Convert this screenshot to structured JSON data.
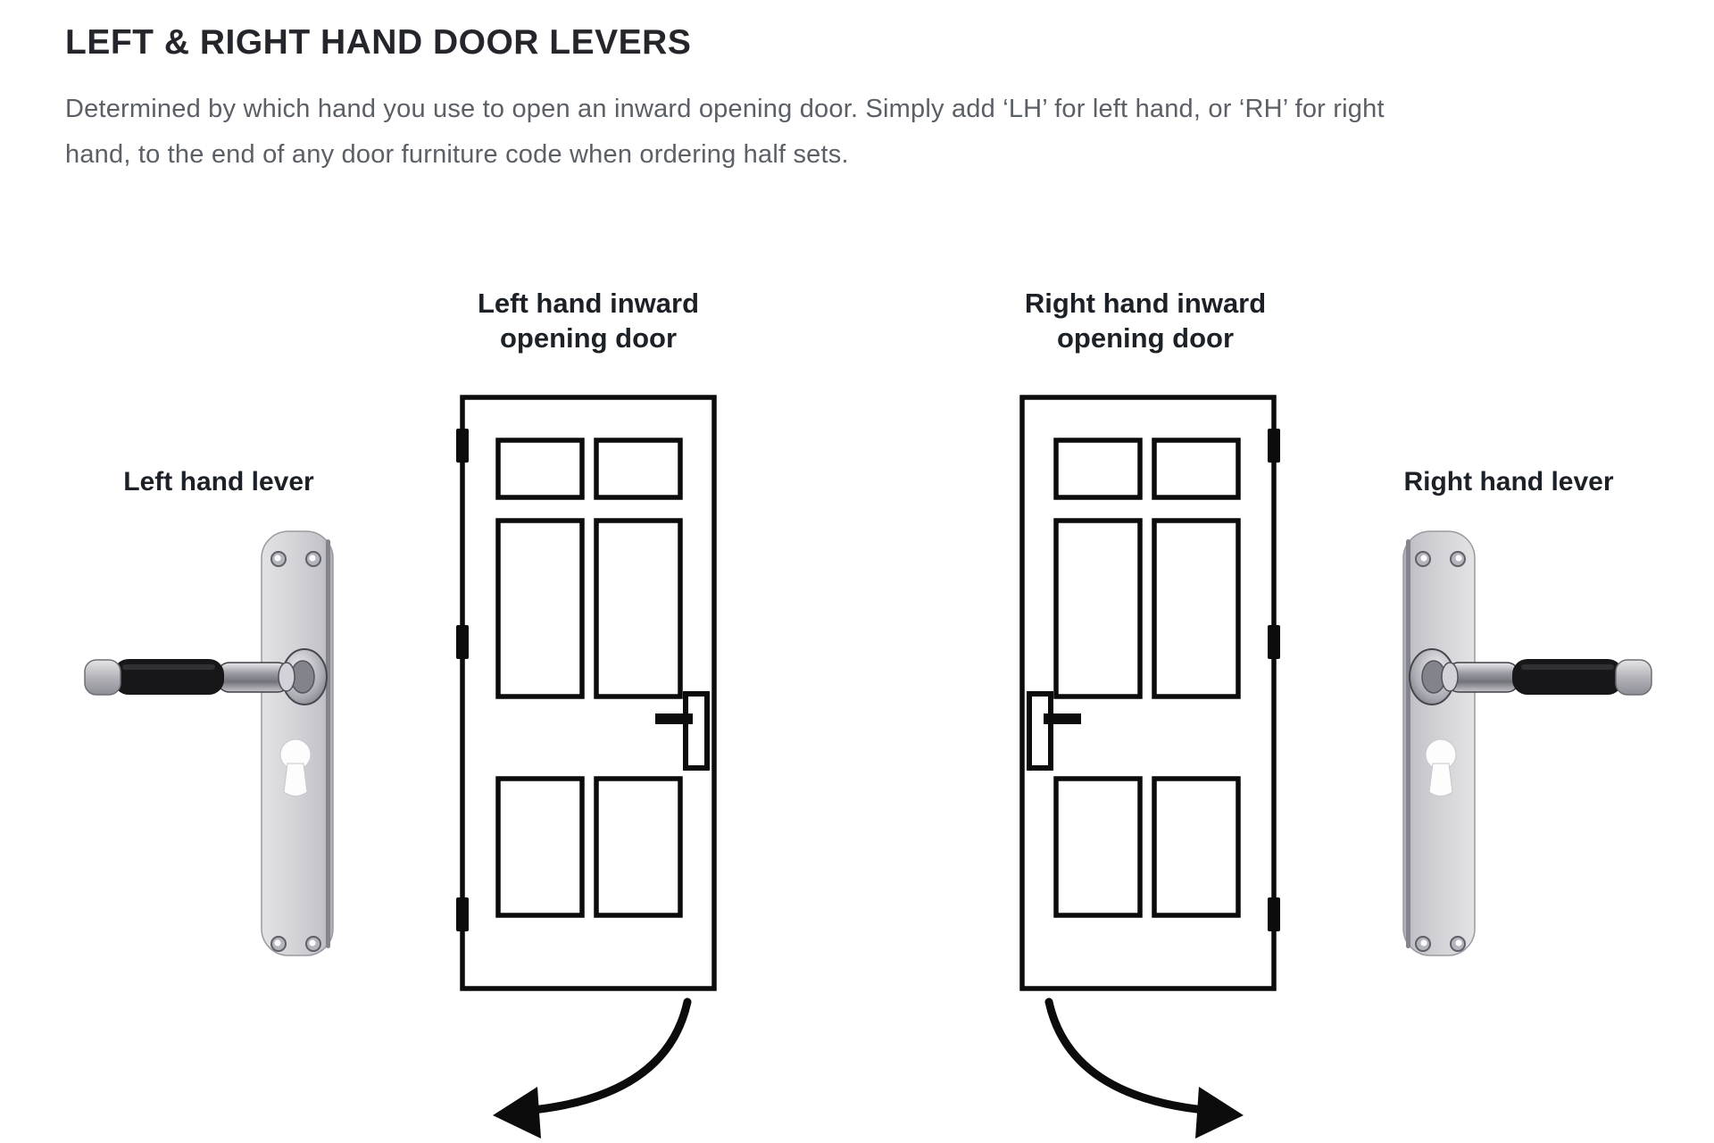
{
  "header": {
    "title": "LEFT & RIGHT HAND DOOR LEVERS"
  },
  "intro": {
    "line1": "Determined by which hand you use to open an inward opening door. Simply add ‘LH’ for left hand, or ‘RH’ for right",
    "line2": "hand, to the end of any door furniture code when ordering half sets."
  },
  "diagram": {
    "left_door": {
      "label_line1": "Left hand inward",
      "label_line2": "opening door"
    },
    "right_door": {
      "label_line1": "Right hand inward",
      "label_line2": "opening door"
    },
    "left_lever": {
      "label": "Left hand lever"
    },
    "right_lever": {
      "label": "Right hand lever"
    }
  },
  "colors": {
    "background": "#ffffff",
    "heading_ink": "#24262b",
    "body_text": "#5b6067",
    "label_ink": "#1c2127",
    "line_art": "#0c0c0c",
    "plate_light": "#dcdcde",
    "plate_dark": "#bcbcc2",
    "grip_black": "#17171a"
  }
}
